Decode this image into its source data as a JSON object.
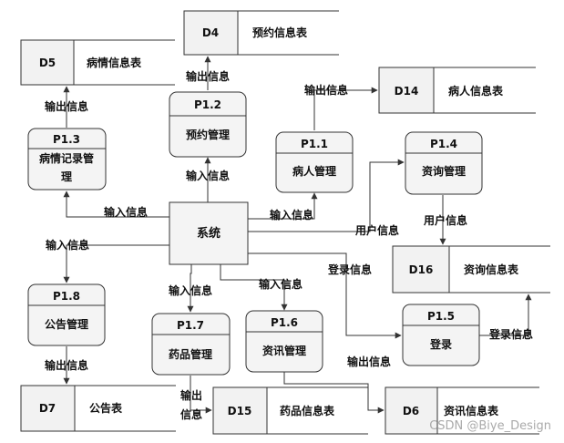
{
  "system": {
    "label": "系统"
  },
  "processes": [
    {
      "id": "p1_1",
      "code": "P1.1",
      "name": "病人管理"
    },
    {
      "id": "p1_2",
      "code": "P1.2",
      "name": "预约管理"
    },
    {
      "id": "p1_3",
      "code": "P1.3",
      "name": "病情记录管理",
      "name_lines": [
        "病情记录管",
        "理"
      ]
    },
    {
      "id": "p1_4",
      "code": "P1.4",
      "name": "资询管理"
    },
    {
      "id": "p1_5",
      "code": "P1.5",
      "name": "登录"
    },
    {
      "id": "p1_6",
      "code": "P1.6",
      "name": "资讯管理"
    },
    {
      "id": "p1_7",
      "code": "P1.7",
      "name": "药品管理"
    },
    {
      "id": "p1_8",
      "code": "P1.8",
      "name": "公告管理"
    }
  ],
  "stores": [
    {
      "id": "d4",
      "code": "D4",
      "name": "预约信息表"
    },
    {
      "id": "d5",
      "code": "D5",
      "name": "病情信息表"
    },
    {
      "id": "d14",
      "code": "D14",
      "name": "病人信息表"
    },
    {
      "id": "d16",
      "code": "D16",
      "name": "资询信息表"
    },
    {
      "id": "d7",
      "code": "D7",
      "name": "公告表"
    },
    {
      "id": "d15",
      "code": "D15",
      "name": "药品信息表"
    },
    {
      "id": "d6",
      "code": "D6",
      "name": "资讯信息表"
    }
  ],
  "flows": [
    {
      "id": "f_p12_d4",
      "label": "输出信息"
    },
    {
      "id": "f_sys_p12",
      "label": "输入信息"
    },
    {
      "id": "f_p13_d5",
      "label": "输出信息"
    },
    {
      "id": "f_sys_p13",
      "label": "输入信息"
    },
    {
      "id": "f_p11_d14",
      "label": "输出信息"
    },
    {
      "id": "f_sys_p11",
      "label": "输入信息"
    },
    {
      "id": "f_sys_p14",
      "label": "用户信息"
    },
    {
      "id": "f_p14_d16",
      "label": "用户信息"
    },
    {
      "id": "f_sys_p18",
      "label": "输入信息"
    },
    {
      "id": "f_p18_d7",
      "label": "输出信息"
    },
    {
      "id": "f_sys_p17",
      "label": "输入信息"
    },
    {
      "id": "f_sys_p16",
      "label": "输入信息"
    },
    {
      "id": "f_sys_p15",
      "label": "登录信息"
    },
    {
      "id": "f_p15_d16",
      "label": "登录信息"
    },
    {
      "id": "f_p17_d15",
      "label": "输出信息",
      "label_lines": [
        "输出",
        "信息"
      ]
    },
    {
      "id": "f_p16_d6",
      "label": "输出信息"
    }
  ],
  "watermark": "CSDN @Biye_Design"
}
